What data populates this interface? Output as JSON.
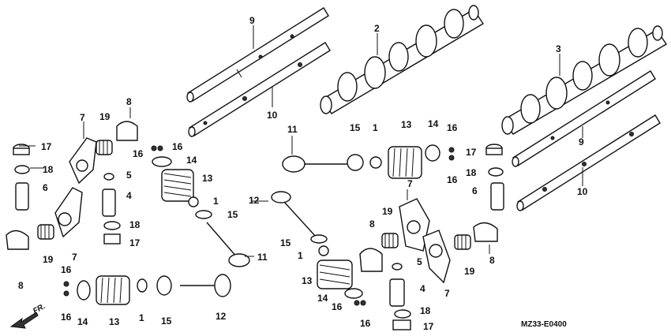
{
  "diagram": {
    "code": "MZ33-E0400",
    "front_label": "FR.",
    "labels": {
      "l9a": "9",
      "l2": "2",
      "l3": "3",
      "l10a": "10",
      "l9b": "9",
      "l10b": "10",
      "l8a": "8",
      "l7a": "7",
      "l19a": "19",
      "l17a": "17",
      "l18a": "18",
      "l6a": "6",
      "l16a": "16",
      "l16b": "16",
      "l14a": "14",
      "l13a": "13",
      "l5a": "5",
      "l4a": "4",
      "l18b": "18",
      "l17b": "17",
      "l1a": "1",
      "l15a": "15",
      "l11a": "11",
      "l7b": "7",
      "l19b": "19",
      "l8b": "8",
      "l16c": "16",
      "l16d": "16",
      "l14b": "14",
      "l13b": "13",
      "l1b": "1",
      "l15b": "15",
      "l12a": "12",
      "l11b": "11",
      "l15c": "15",
      "l1c": "1",
      "l13c": "13",
      "l14c": "14",
      "l16e": "16",
      "l16f": "16",
      "l17c": "17",
      "l18c": "18",
      "l6b": "6",
      "l12b": "12",
      "l15d": "15",
      "l1d": "1",
      "l13d": "13",
      "l14d": "14",
      "l16g": "16",
      "l16h": "16",
      "l7c": "7",
      "l19c": "19",
      "l8c": "8",
      "l5b": "5",
      "l4b": "4",
      "l7d": "7",
      "l19d": "19",
      "l8d": "8",
      "l18d": "18",
      "l17d": "17"
    }
  }
}
